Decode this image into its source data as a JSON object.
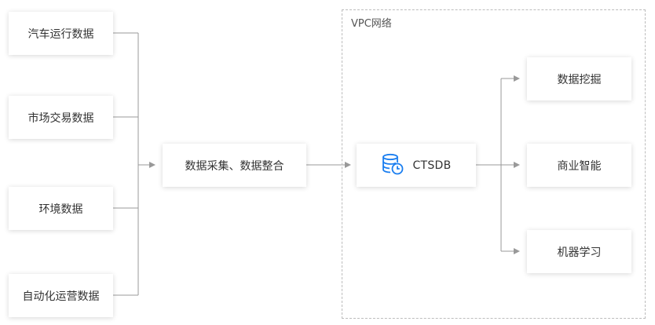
{
  "sources": [
    {
      "label": "汽车运行数据"
    },
    {
      "label": "市场交易数据"
    },
    {
      "label": "环境数据"
    },
    {
      "label": "自动化运营数据"
    }
  ],
  "collector": {
    "label": "数据采集、数据整合"
  },
  "vpc": {
    "label": "VPC网络"
  },
  "database": {
    "label": "CTSDB",
    "icon": "database-clock-icon"
  },
  "outputs": [
    {
      "label": "数据挖掘"
    },
    {
      "label": "商业智能"
    },
    {
      "label": "机器学习"
    }
  ],
  "colors": {
    "icon": "#1a7ef0",
    "connector": "#999999"
  }
}
